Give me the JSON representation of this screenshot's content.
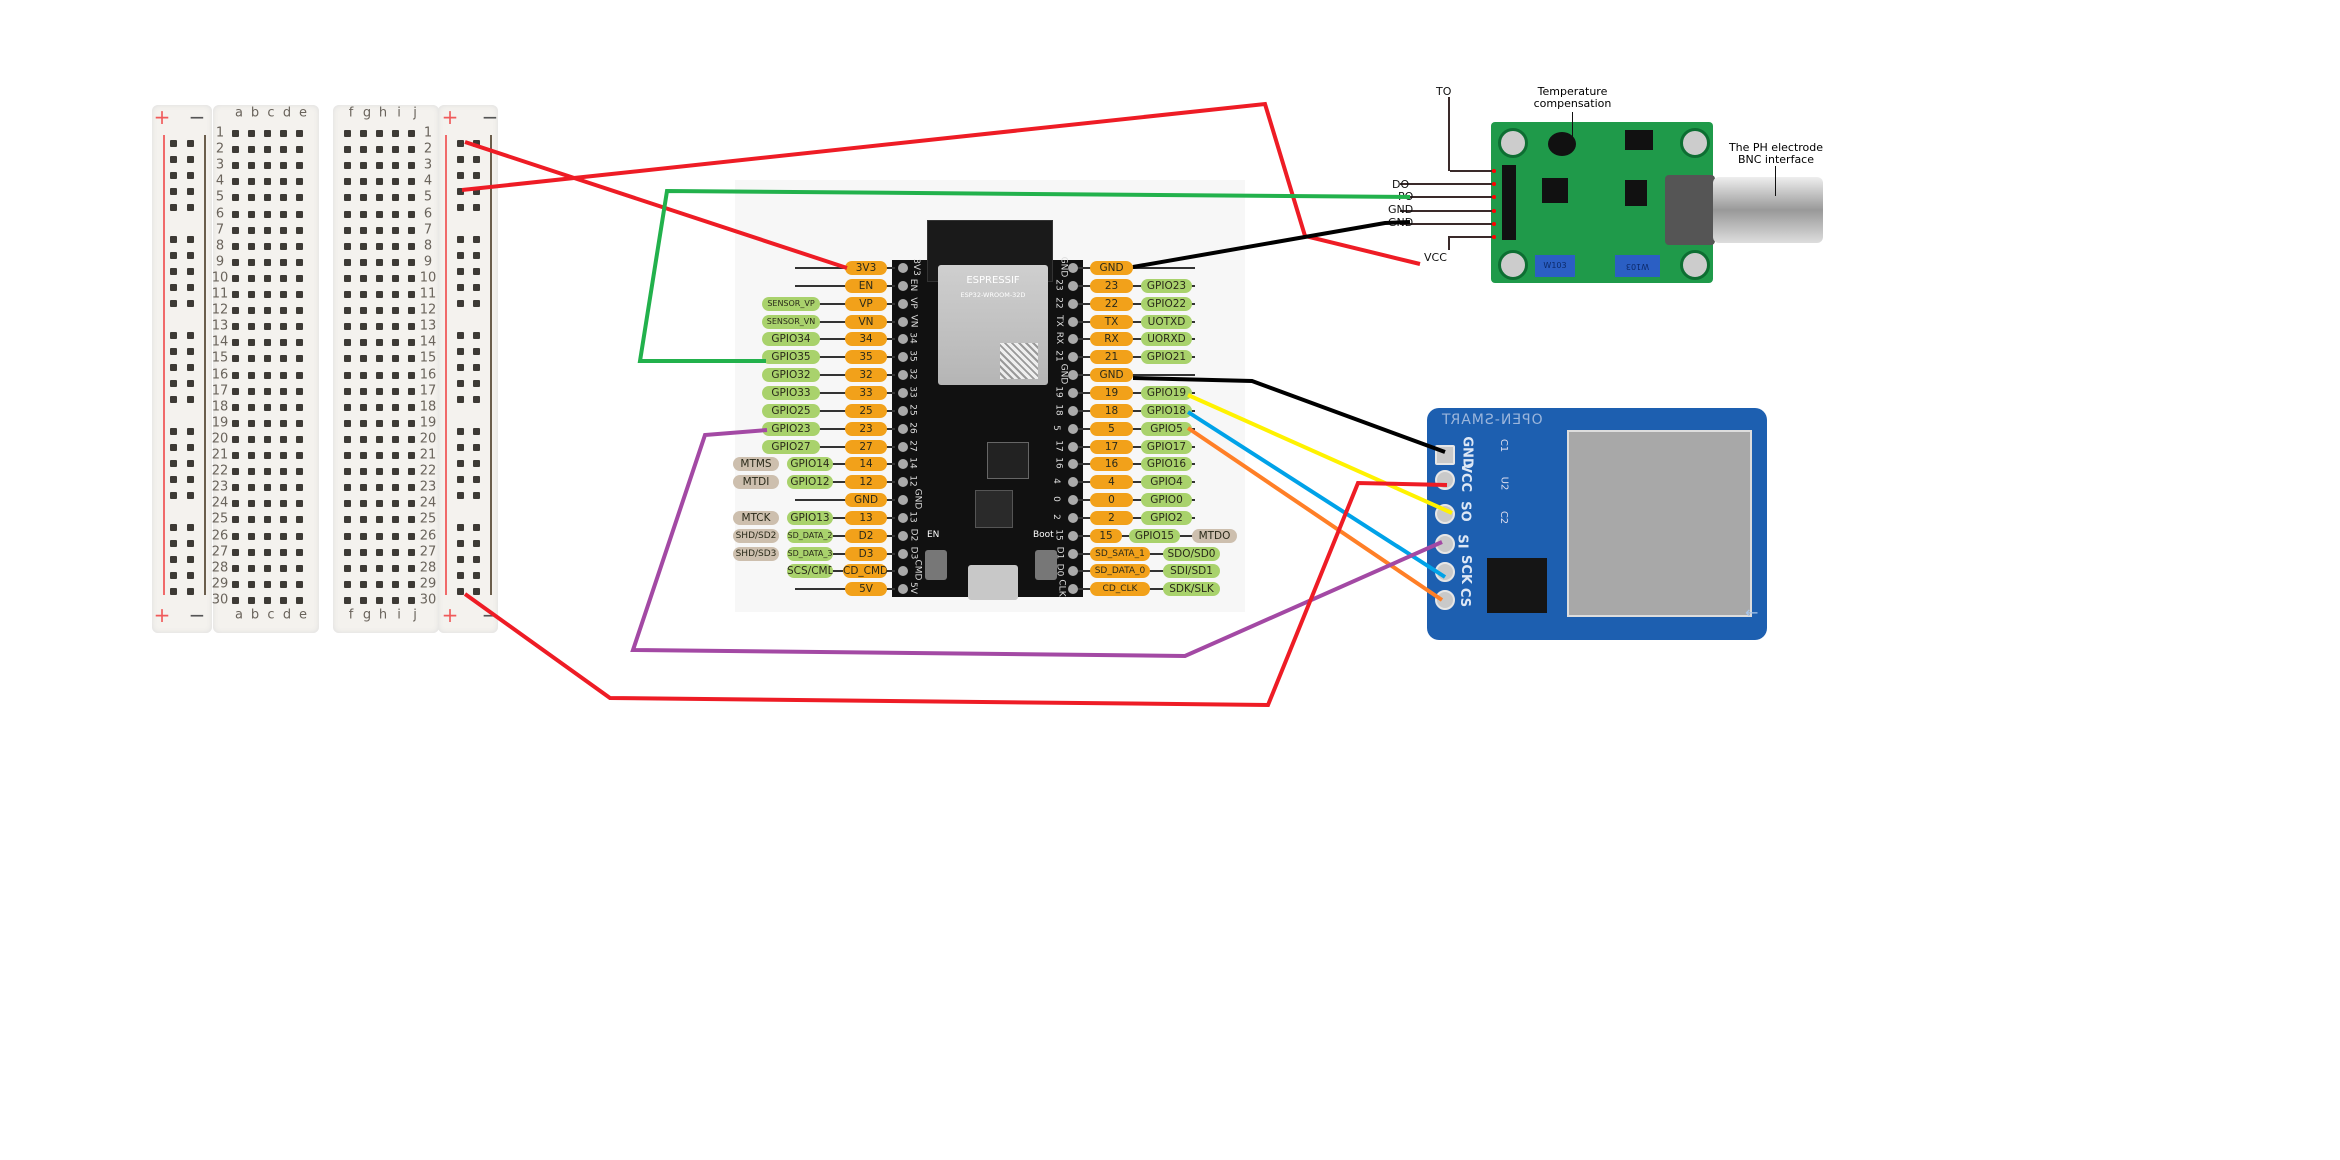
{
  "breadboard": {
    "rail_plus": "+",
    "rail_minus": "−",
    "cols_left": [
      "a",
      "b",
      "c",
      "d",
      "e"
    ],
    "cols_right": [
      "f",
      "g",
      "h",
      "i",
      "j"
    ],
    "rows": 30
  },
  "esp32": {
    "brand": "ESPRESSIF",
    "module": "ESP32-WROOM-32D",
    "en_button": "EN",
    "boot_button": "Boot",
    "left_pins": [
      {
        "pin": "3V3",
        "gpio": "",
        "alt": "",
        "silk": "3V3"
      },
      {
        "pin": "EN",
        "gpio": "",
        "alt": "",
        "silk": "EN"
      },
      {
        "pin": "VP",
        "gpio": "SENSOR_VP",
        "alt": "",
        "silk": "VP"
      },
      {
        "pin": "VN",
        "gpio": "SENSOR_VN",
        "alt": "",
        "silk": "VN"
      },
      {
        "pin": "34",
        "gpio": "GPIO34",
        "alt": "",
        "silk": "34"
      },
      {
        "pin": "35",
        "gpio": "GPIO35",
        "alt": "",
        "silk": "35"
      },
      {
        "pin": "32",
        "gpio": "GPIO32",
        "alt": "",
        "silk": "32"
      },
      {
        "pin": "33",
        "gpio": "GPIO33",
        "alt": "",
        "silk": "33"
      },
      {
        "pin": "25",
        "gpio": "GPIO25",
        "alt": "",
        "silk": "25"
      },
      {
        "pin": "23",
        "gpio": "GPIO23",
        "alt": "",
        "silk": "26"
      },
      {
        "pin": "27",
        "gpio": "GPIO27",
        "alt": "",
        "silk": "27"
      },
      {
        "pin": "14",
        "gpio": "GPIO14",
        "alt": "MTMS",
        "silk": "14"
      },
      {
        "pin": "12",
        "gpio": "GPIO12",
        "alt": "MTDI",
        "silk": "12"
      },
      {
        "pin": "GND",
        "gpio": "",
        "alt": "",
        "silk": "GND"
      },
      {
        "pin": "13",
        "gpio": "GPIO13",
        "alt": "MTCK",
        "silk": "13"
      },
      {
        "pin": "D2",
        "gpio": "SD_DATA_2",
        "alt": "SHD/SD2",
        "silk": "D2"
      },
      {
        "pin": "D3",
        "gpio": "SD_DATA_3",
        "alt": "SHD/SD3",
        "silk": "D3"
      },
      {
        "pin": "CD_CMD",
        "gpio": "SCS/CMD",
        "alt": "",
        "silk": "CMD"
      },
      {
        "pin": "5V",
        "gpio": "",
        "alt": "",
        "silk": "5V"
      }
    ],
    "right_pins": [
      {
        "pin": "GND",
        "gpio": "",
        "alt": "",
        "silk": "GND"
      },
      {
        "pin": "23",
        "gpio": "GPIO23",
        "alt": "",
        "silk": "23"
      },
      {
        "pin": "22",
        "gpio": "GPIO22",
        "alt": "",
        "silk": "22"
      },
      {
        "pin": "TX",
        "gpio": "UOTXD",
        "alt": "",
        "silk": "TX"
      },
      {
        "pin": "RX",
        "gpio": "UORXD",
        "alt": "",
        "silk": "RX"
      },
      {
        "pin": "21",
        "gpio": "GPIO21",
        "alt": "",
        "silk": "21"
      },
      {
        "pin": "GND",
        "gpio": "",
        "alt": "",
        "silk": "GND"
      },
      {
        "pin": "19",
        "gpio": "GPIO19",
        "alt": "",
        "silk": "19"
      },
      {
        "pin": "18",
        "gpio": "GPIO18",
        "alt": "",
        "silk": "18"
      },
      {
        "pin": "5",
        "gpio": "GPIO5",
        "alt": "",
        "silk": "5"
      },
      {
        "pin": "17",
        "gpio": "GPIO17",
        "alt": "",
        "silk": "17"
      },
      {
        "pin": "16",
        "gpio": "GPIO16",
        "alt": "",
        "silk": "16"
      },
      {
        "pin": "4",
        "gpio": "GPIO4",
        "alt": "",
        "silk": "4"
      },
      {
        "pin": "0",
        "gpio": "GPIO0",
        "alt": "",
        "silk": "0"
      },
      {
        "pin": "2",
        "gpio": "GPIO2",
        "alt": "",
        "silk": "2"
      },
      {
        "pin": "15",
        "gpio": "GPIO15",
        "alt": "MTDO",
        "silk": "15"
      },
      {
        "pin": "SD_SATA_1",
        "gpio": "SDO/SD0",
        "alt": "",
        "silk": "D1"
      },
      {
        "pin": "SD_DATA_0",
        "gpio": "SDI/SD1",
        "alt": "",
        "silk": "D0"
      },
      {
        "pin": "CD_CLK",
        "gpio": "SDK/SLK",
        "alt": "",
        "silk": "CLK"
      }
    ]
  },
  "ph_sensor": {
    "temp_label": "Temperature compensation",
    "bnc_label_1": "The PH electrode",
    "bnc_label_2": "BNC interface",
    "pins": [
      "TO",
      "DO",
      "PO",
      "GND",
      "GND",
      "VCC"
    ],
    "pot_label": "W103"
  },
  "sd_module": {
    "brand": "OPEN-SMART",
    "pins": [
      "GND",
      "VCC",
      "SO",
      "SI",
      "SCK",
      "CS"
    ],
    "components": [
      "C1",
      "U2",
      "C2"
    ]
  },
  "wires": [
    {
      "name": "3v3-rail",
      "color": "#ee1c25"
    },
    {
      "name": "ph-vcc",
      "color": "#ee1c25"
    },
    {
      "name": "ph-po-gpio35",
      "color": "#22b14c"
    },
    {
      "name": "ph-gnd",
      "color": "#000000"
    },
    {
      "name": "sd-gnd",
      "color": "#000000"
    },
    {
      "name": "sd-so-gpio19",
      "color": "#fff200"
    },
    {
      "name": "sd-sck-gpio18",
      "color": "#00a2e8"
    },
    {
      "name": "sd-cs-gpio5",
      "color": "#ff7f27"
    },
    {
      "name": "sd-si-gpio23",
      "color": "#a349a4"
    },
    {
      "name": "sd-vcc",
      "color": "#ee1c25"
    }
  ]
}
